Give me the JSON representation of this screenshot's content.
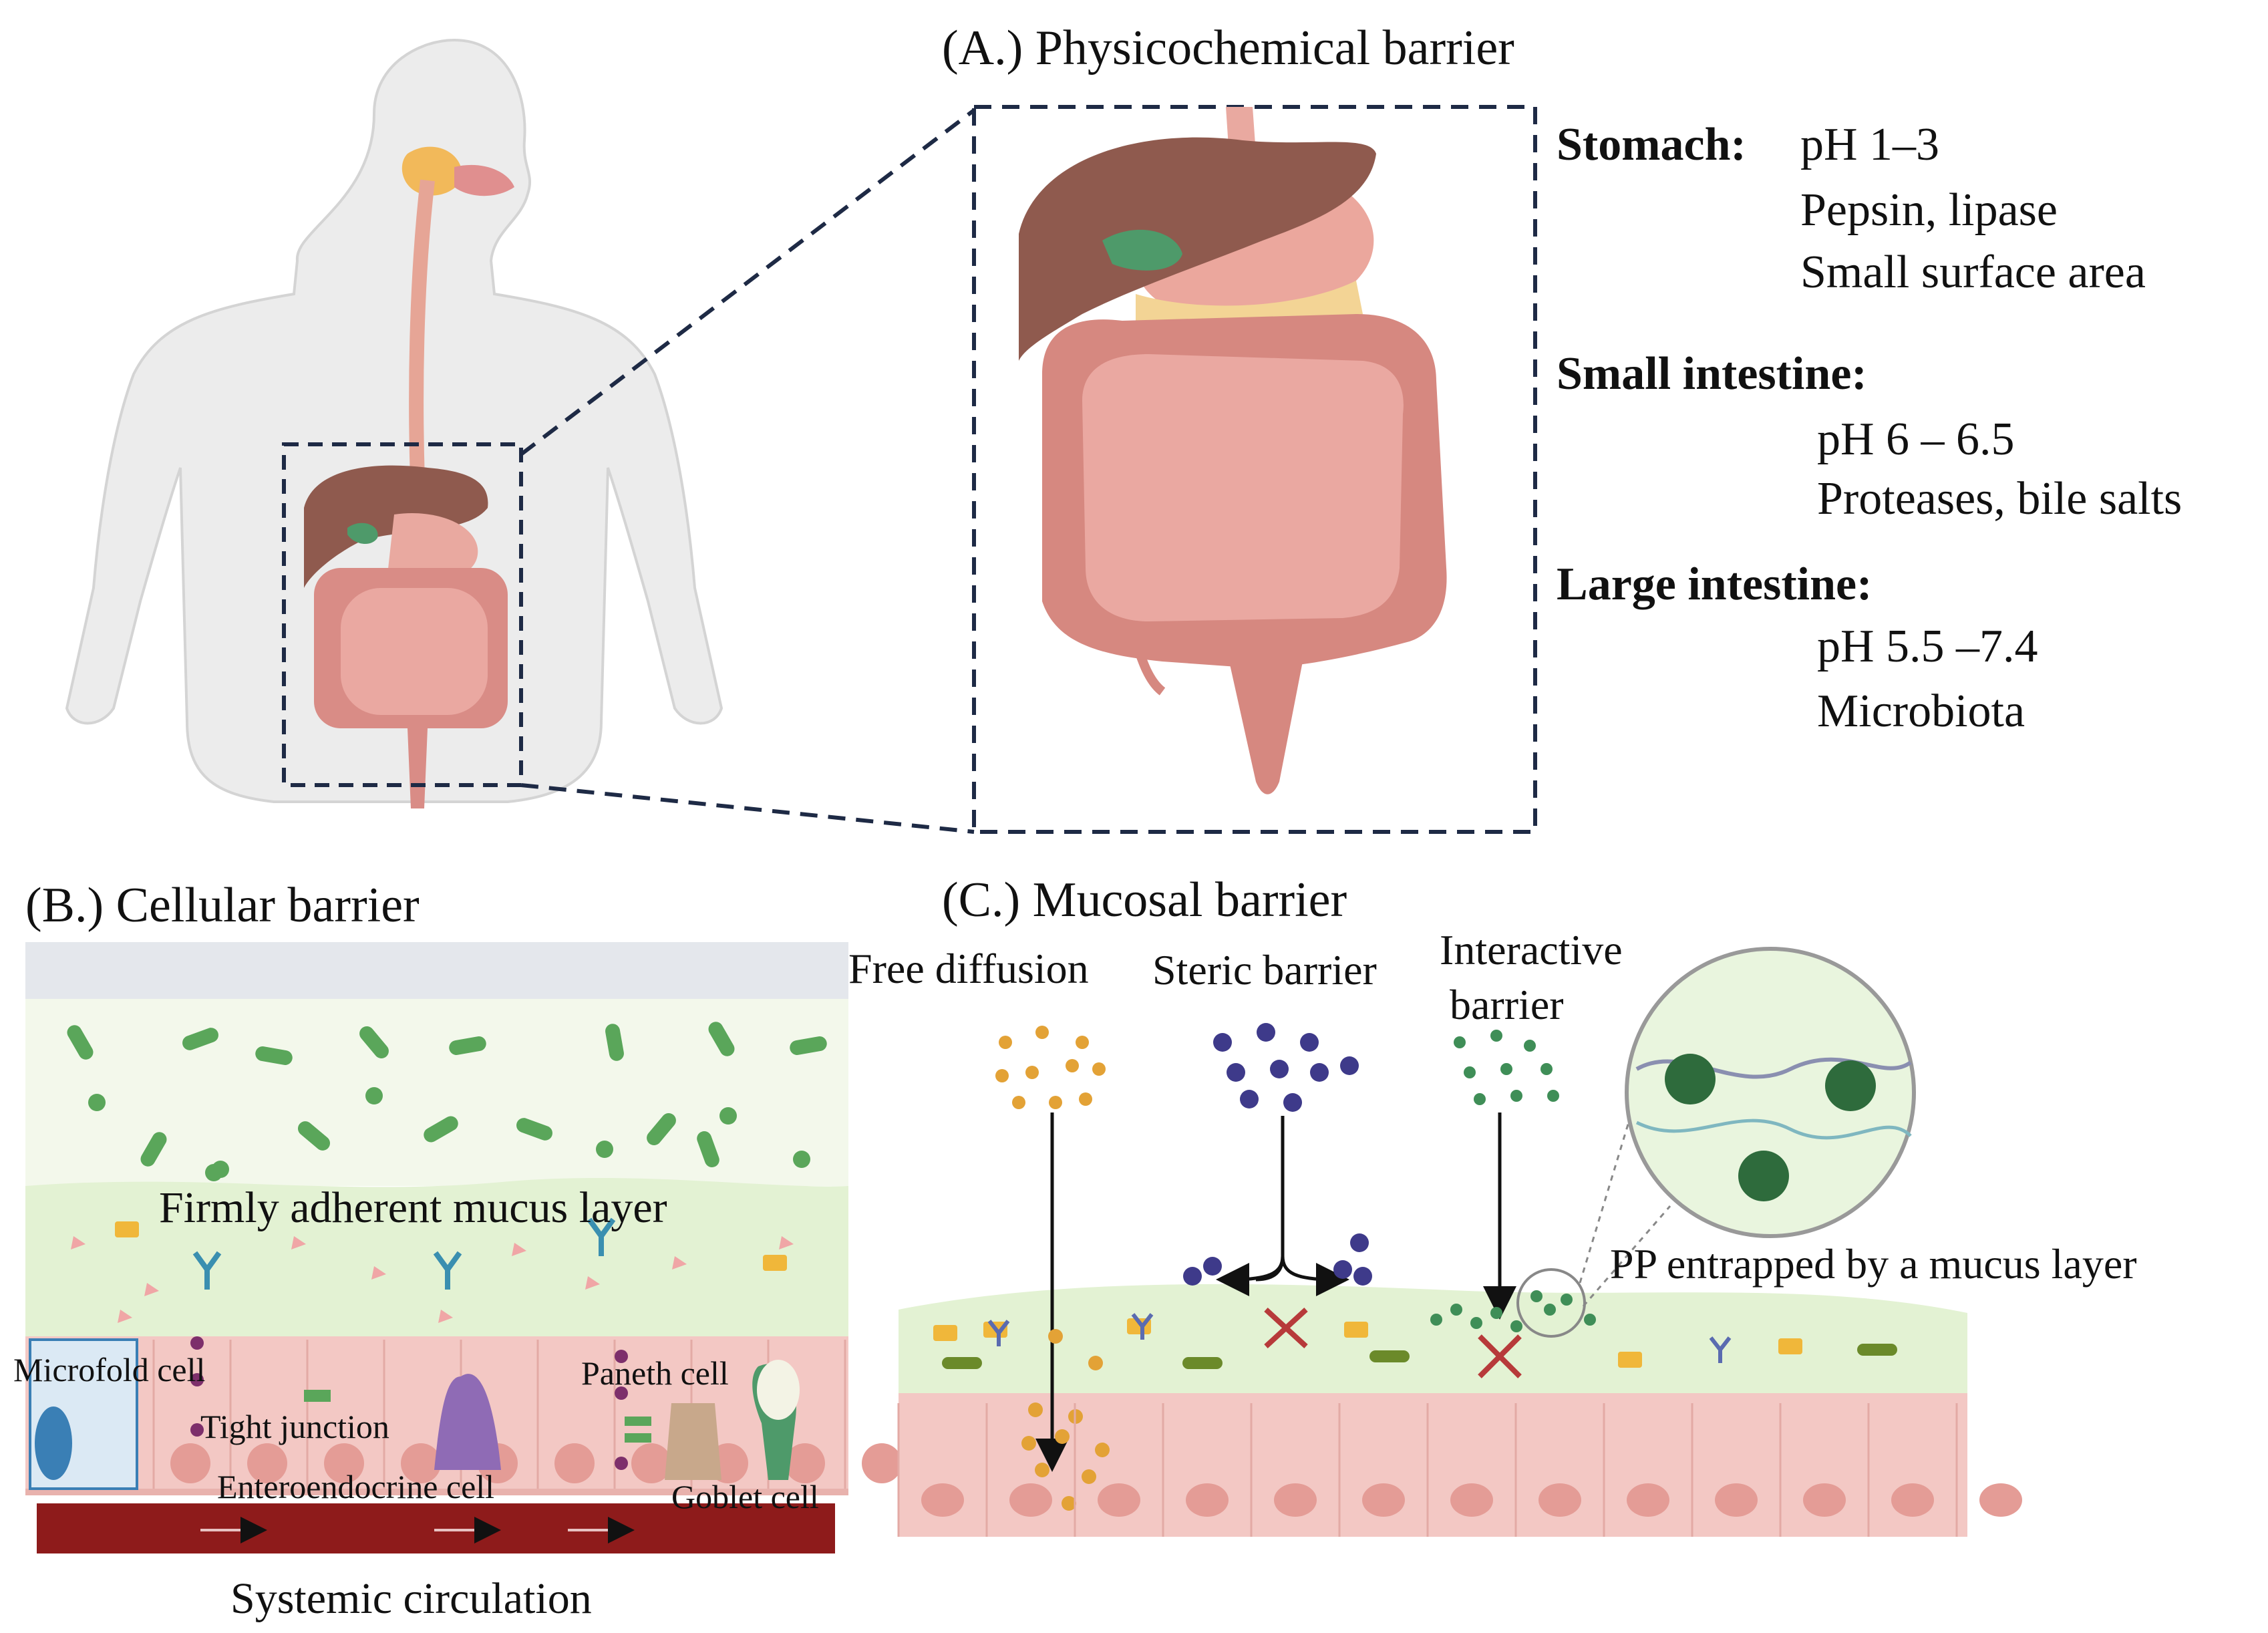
{
  "panel_a": {
    "title": "(A.) Physicochemical barrier",
    "stomach": {
      "heading": "Stomach:",
      "lines": [
        "pH 1–3",
        "Pepsin, lipase",
        "Small surface area"
      ]
    },
    "small_intestine": {
      "heading": "Small intestine:",
      "lines": [
        "pH 6 – 6.5",
        "Proteases, bile salts"
      ]
    },
    "large_intestine": {
      "heading": "Large intestine:",
      "lines": [
        "pH 5.5 –7.4",
        "Microbiota"
      ]
    }
  },
  "panel_b": {
    "title": "(B.) Cellular  barrier",
    "mucus_label": "Firmly adherent mucus layer",
    "microfold_label": "Microfold  cell",
    "tight_junction_label": "Tight junction",
    "enteroendocrine_label": "Enteroendocrine  cell",
    "paneth_label": "Paneth  cell",
    "goblet_label": "Goblet  cell",
    "circulation_label": "Systemic  circulation"
  },
  "panel_c": {
    "title": "(C.) Mucosal barrier",
    "free_diffusion_label": "Free diffusion",
    "steric_barrier_label": "Steric barrier",
    "interactive_barrier_label_1": "Interactive",
    "interactive_barrier_label_2": "barrier",
    "entrapped_label": "PP entrapped by a mucus layer"
  },
  "colors": {
    "organ_pink": "#e39a94",
    "liver": "#8f5a4e",
    "gallbladder": "#4e9a6a",
    "mucus_green": "#e3f2d3",
    "epithelium": "#f3c8c4",
    "blood": "#8e1b1b",
    "bacteria": "#5aa65a",
    "free_particle": "#e3a236",
    "steric_particle": "#3e3a8a",
    "interactive_particle": "#3f8e57",
    "block_x": "#b73a3a"
  }
}
